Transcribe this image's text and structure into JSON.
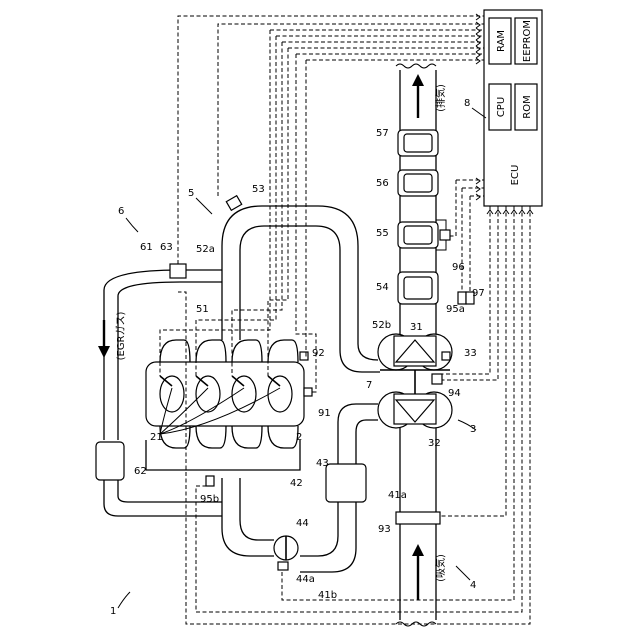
{
  "figure_label": "1",
  "ecu": {
    "blocks": [
      "RAM",
      "EEPROM",
      "CPU",
      "ROM"
    ],
    "title": "ECU",
    "ref": "8"
  },
  "flow_labels": {
    "exhaust": "(排気)",
    "intake": "(吸気)",
    "egr_gas": "(EGRガス)"
  },
  "refs": {
    "r1": "1",
    "r2": "2",
    "r3": "3",
    "r4": "4",
    "r5": "5",
    "r6": "6",
    "r7": "7",
    "r21": "21",
    "r31": "31",
    "r32": "32",
    "r33": "33",
    "r41a": "41a",
    "r41b": "41b",
    "r42": "42",
    "r43": "43",
    "r44": "44",
    "r44a": "44a",
    "r51": "51",
    "r52a": "52a",
    "r52b": "52b",
    "r53": "53",
    "r54": "54",
    "r55": "55",
    "r56": "56",
    "r57": "57",
    "r61": "61",
    "r62": "62",
    "r63": "63",
    "r91": "91",
    "r92": "92",
    "r93": "93",
    "r94": "94",
    "r95a": "95a",
    "r95b": "95b",
    "r96": "96",
    "r97": "97"
  }
}
